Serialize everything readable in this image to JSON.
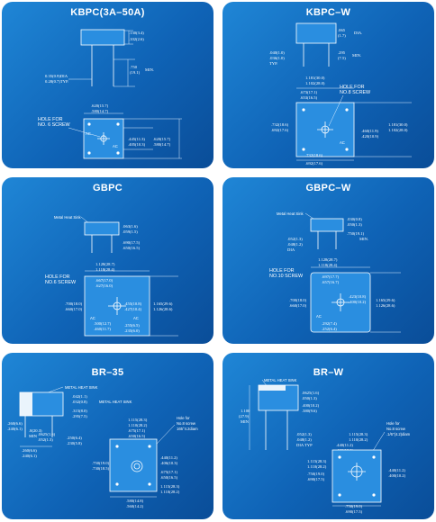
{
  "panels": [
    {
      "title": "KBPC(3A–50A)",
      "labels": {
        "dim1": ".130(3.4)",
        "dim2": ".102(2.6)",
        "dim_min_a": ".750",
        "dim_min_b": "(19.1)",
        "min": "MIN.",
        "dia_a": "0.35(0.9)DIA",
        "dia_b": "0.28(0.7)TYP.",
        "w_a": ".620(15.7)",
        "w_b": ".580(14.7)",
        "hole_a": "HOLE FOR",
        "hole_b": "NO. 6 SCREW",
        "s1": ".445(11.3)",
        "s2": ".405(10.3)",
        "s3": ".620(15.7)",
        "s4": ".580(14.7)",
        "ac": "AC"
      }
    },
    {
      "title": "KBPC–W",
      "labels": {
        "a1": ".065",
        "a2": "(1.7)",
        "dia": "DIA.",
        "b1": ".040(1.0)",
        "b2": ".036(1.0)",
        "typ": "TYP.",
        "m1": ".295",
        "m2": "(7.5)",
        "min": "MIN.",
        "w1": "1.181(30.0)",
        "w2": "1.102(28.0)",
        "h1": ".673(17.1)",
        "h2": ".653(16.5)",
        "hole_a": "HOLE FOR",
        "hole_b": "NO.8 SCREW",
        "l1": ".732(18.6)",
        "l2": ".692(17.6)",
        "r1": "1.181(30.0)",
        "r2": "1.102(28.0)",
        "r3": ".460(11.9)",
        "r4": ".420(10.9)",
        "b3": ".732(18.6)",
        "b4": ".692(17.6)",
        "ac": "AC"
      }
    },
    {
      "title": "GBPC",
      "labels": {
        "sink": "Metal Heat Sink",
        "t1": ".063(1.6)",
        "t2": ".059(1.5)",
        "t3": ".690(17.5)",
        "t4": ".650(16.5)",
        "w1": "1.128(28.7)",
        "w2": "1.118(28.4)",
        "hole_a": "HOLE FOR",
        "hole_b": "NO.6 SCREW",
        "c1": ".667(17.0)",
        "c2": ".627(16.0)",
        "l1": ".700(18.0)",
        "l2": ".660(17.0)",
        "r1": ".455(10.8)",
        "r2": ".427(10.4)",
        "r3": "1.165(29.6)",
        "r4": "1.126(28.6)",
        "b1": ".500(12.7)",
        "b2": ".460(11.7)",
        "b3": ".255(6.5)",
        "b4": ".235(6.0)",
        "ac": "AC"
      }
    },
    {
      "title": "GBPC–W",
      "labels": {
        "sink": "Metal Heat Sink",
        "t1": ".030(0.8)",
        "t2": ".050(1.3)",
        "t3": ".750(19.1)",
        "t4": "MIN.",
        "l1": ".052(1.3)",
        "l2": ".048(1.2)",
        "dia": "DIA",
        "w1": "1.128(28.7)",
        "w2": "1.118(28.4)",
        "hole_a": "HOLE FOR",
        "hole_b": "NO.10 SCREW",
        "c1": ".697(17.7)",
        "c2": ".657(16.7)",
        "s1": ".700(18.0)",
        "s2": ".660(17.0)",
        "r1": ".423(10.8)",
        "r2": ".400(10.2)",
        "r3": "1.165(29.6)",
        "r4": "1.126(28.6)",
        "b1": ".292(7.4)",
        "b2": ".252(6.4)",
        "ac": "AC"
      }
    },
    {
      "title": "BR–35",
      "labels": {
        "sink_a": "METAL HEAT SINK",
        "sink_b": "METAL HEAT SINK",
        "t1": ".042(1.1)",
        "t2": ".032(0.8)",
        "t3": ".315(8.0)",
        "t4": ".295(7.5)",
        "l1": ".260(6.6)",
        "l2": ".240(6.1)",
        "l3": ".0625(1.6)",
        "l4": ".052(1.3)",
        "min1": ".8(20.3)",
        "min2": "MIN",
        "b1": ".250(6.4)",
        "b2": ".230(5.8)",
        "w1": "1.115(28.3)",
        "w2": "1.110(28.2)",
        "w3": ".675(17.1)",
        "w4": ".650(16.5)",
        "hole_a": "Hole for",
        "hole_b": "No.8 screw",
        "hole_c": "165°4.2diam",
        "s1": ".750(19.0)",
        "s2": ".730(18.5)",
        "r1": ".440(11.2)",
        "r2": ".406(10.3)",
        "r3": ".675(17.1)",
        "r4": ".650(16.5)",
        "r5": "1.115(28.3)",
        "r6": "1.110(28.2)",
        "c1": ".580(14.8)",
        "c2": ".560(14.2)"
      }
    },
    {
      "title": "BR–W",
      "labels": {
        "sink": "METAL HEAT SINK",
        "t1": ".0625(1.6)",
        "t2": ".050(1.3)",
        "h1": "1.100",
        "h2": "(27.9)",
        "h3": "MIN",
        "b1": ".400(10.2)",
        "b2": ".380(9.6)",
        "d1": ".052(1.3)",
        "d2": ".048(1.2)",
        "dia": "DIA TYP",
        "hole_a": "Hole for",
        "hole_b": "No.8 screw",
        "hole_c": ".1/6\"(4.2)diam",
        "w1": "1.115(28.3)",
        "w2": "1.110(28.2)",
        "w3": ".440(11.2)",
        "w4": ".400(10.2)",
        "l1": "1.115(28.3)",
        "l2": "1.110(28.2)",
        "l3": ".750(19.0)",
        "l4": ".690(17.5)",
        "r1": ".440(11.2)",
        "r2": ".400(10.2)",
        "bt1": ".750(19.0)",
        "bt2": ".690(17.5)"
      }
    }
  ]
}
